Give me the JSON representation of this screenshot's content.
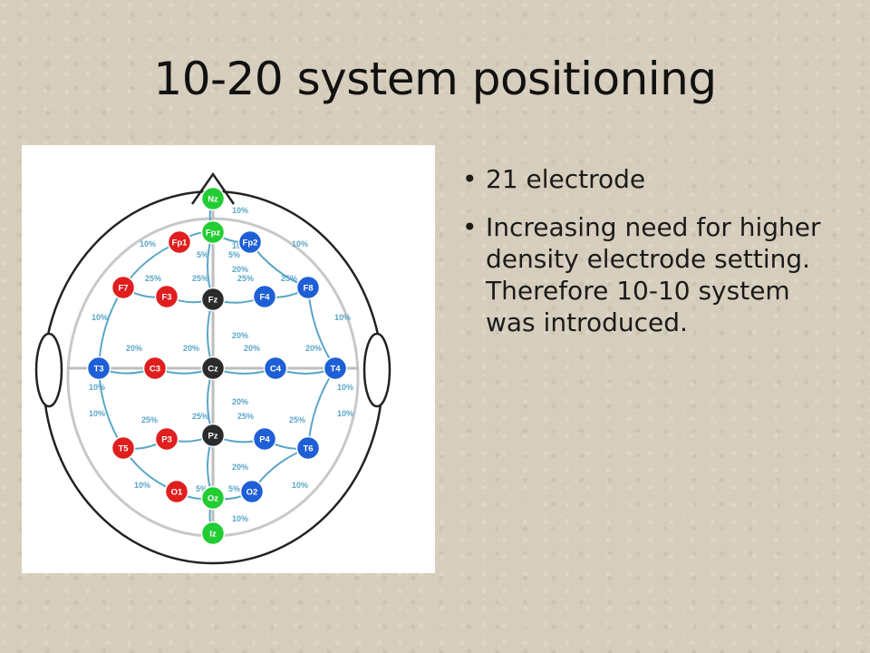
{
  "slide": {
    "title": "10-20 system positioning",
    "bullets": [
      "21 electrode",
      "Increasing  need for higher density electrode setting. Therefore 10-10 system was introduced."
    ]
  },
  "diagram": {
    "colors": {
      "midline": "#22cc33",
      "left": "#e01e1e",
      "right": "#1e5fd6",
      "center": "#2b2b2b",
      "line": "#5aa6c8"
    },
    "electrodes": [
      {
        "label": "Nz",
        "group": "midline"
      },
      {
        "label": "Fpz",
        "group": "midline"
      },
      {
        "label": "Fp1",
        "group": "left"
      },
      {
        "label": "Fp2",
        "group": "right"
      },
      {
        "label": "F7",
        "group": "left"
      },
      {
        "label": "F3",
        "group": "left"
      },
      {
        "label": "Fz",
        "group": "center"
      },
      {
        "label": "F4",
        "group": "right"
      },
      {
        "label": "F8",
        "group": "right"
      },
      {
        "label": "T3",
        "group": "right"
      },
      {
        "label": "C3",
        "group": "left"
      },
      {
        "label": "Cz",
        "group": "center"
      },
      {
        "label": "C4",
        "group": "right"
      },
      {
        "label": "T4",
        "group": "right"
      },
      {
        "label": "T5",
        "group": "left"
      },
      {
        "label": "P3",
        "group": "left"
      },
      {
        "label": "Pz",
        "group": "center"
      },
      {
        "label": "P4",
        "group": "right"
      },
      {
        "label": "T6",
        "group": "right"
      },
      {
        "label": "O1",
        "group": "left"
      },
      {
        "label": "Oz",
        "group": "midline"
      },
      {
        "label": "O2",
        "group": "right"
      },
      {
        "label": "Iz",
        "group": "midline"
      }
    ],
    "percent_labels": [
      "10%",
      "10%",
      "5%",
      "5%",
      "10%",
      "10%",
      "25%",
      "25%",
      "20%",
      "25%",
      "25%",
      "10%",
      "10%",
      "20%",
      "20%",
      "20%",
      "20%",
      "20%",
      "10%",
      "10%",
      "20%",
      "10%",
      "10%",
      "25%",
      "25%",
      "25%",
      "25%",
      "20%",
      "10%",
      "5%",
      "5%",
      "10%",
      "10%"
    ]
  }
}
